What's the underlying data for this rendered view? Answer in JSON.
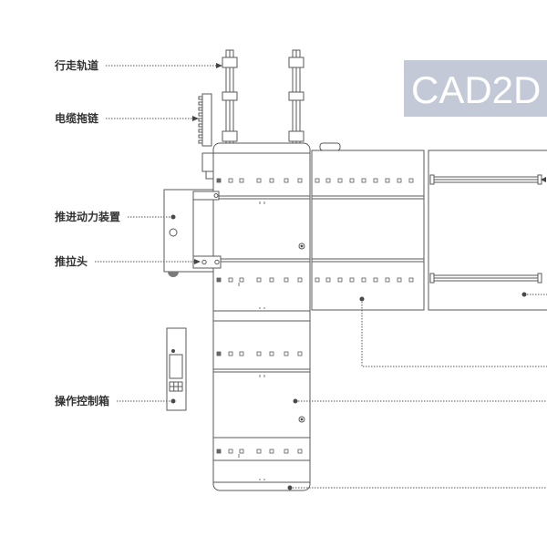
{
  "labels": {
    "track": "行走轨道",
    "cable_chain": "电缆拖链",
    "power_unit": "推进动力装置",
    "push_pull_head": "推拉头",
    "control_box": "操作控制箱"
  },
  "badge": {
    "text": "CAD2D"
  },
  "colors": {
    "badge_background": "#c3c9d7",
    "line": "#5a5a5a"
  }
}
